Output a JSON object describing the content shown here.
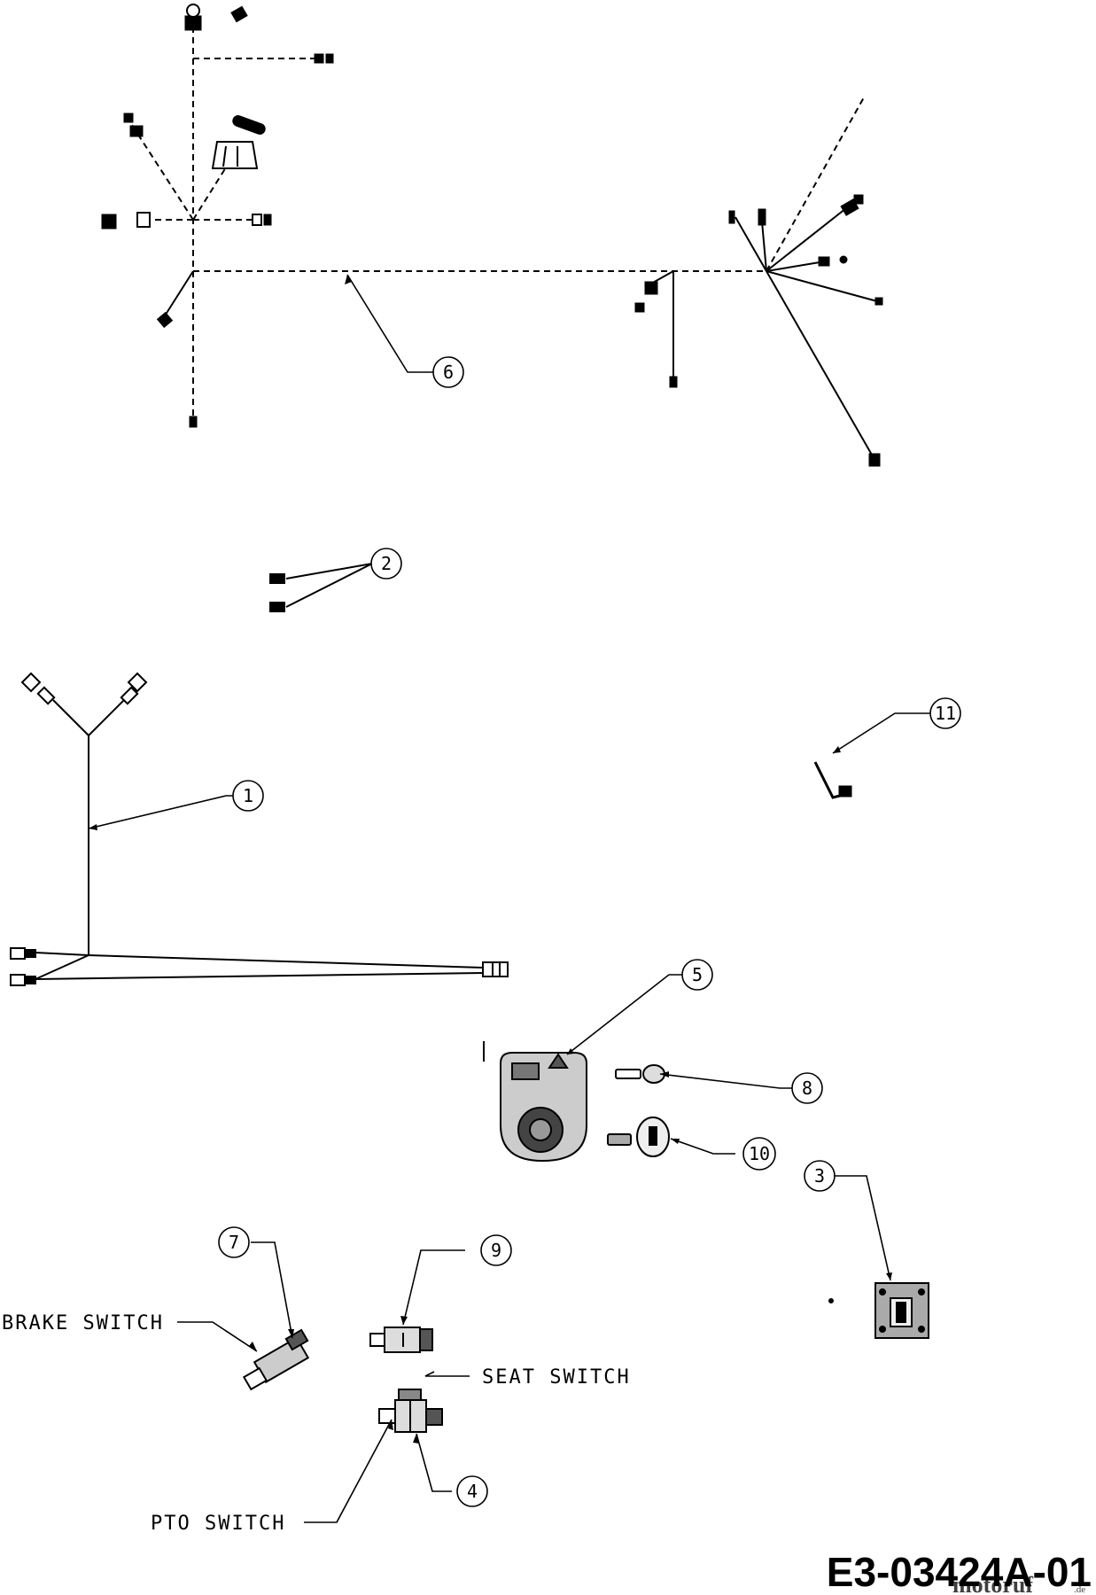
{
  "diagram": {
    "callouts": [
      {
        "id": "c1",
        "label": "1"
      },
      {
        "id": "c2",
        "label": "2"
      },
      {
        "id": "c3",
        "label": "3"
      },
      {
        "id": "c4",
        "label": "4"
      },
      {
        "id": "c5",
        "label": "5"
      },
      {
        "id": "c6",
        "label": "6"
      },
      {
        "id": "c7",
        "label": "7"
      },
      {
        "id": "c8",
        "label": "8"
      },
      {
        "id": "c9",
        "label": "9"
      },
      {
        "id": "c10",
        "label": "10"
      },
      {
        "id": "c11",
        "label": "11"
      }
    ],
    "labels": {
      "brake_switch": "BRAKE SWITCH",
      "seat_switch": "SEAT SWITCH",
      "pto_switch": "PTO SWITCH"
    },
    "drawing_code": "E3-03424A-01",
    "watermark": {
      "text": "motoruf",
      "suffix": ".de"
    }
  }
}
